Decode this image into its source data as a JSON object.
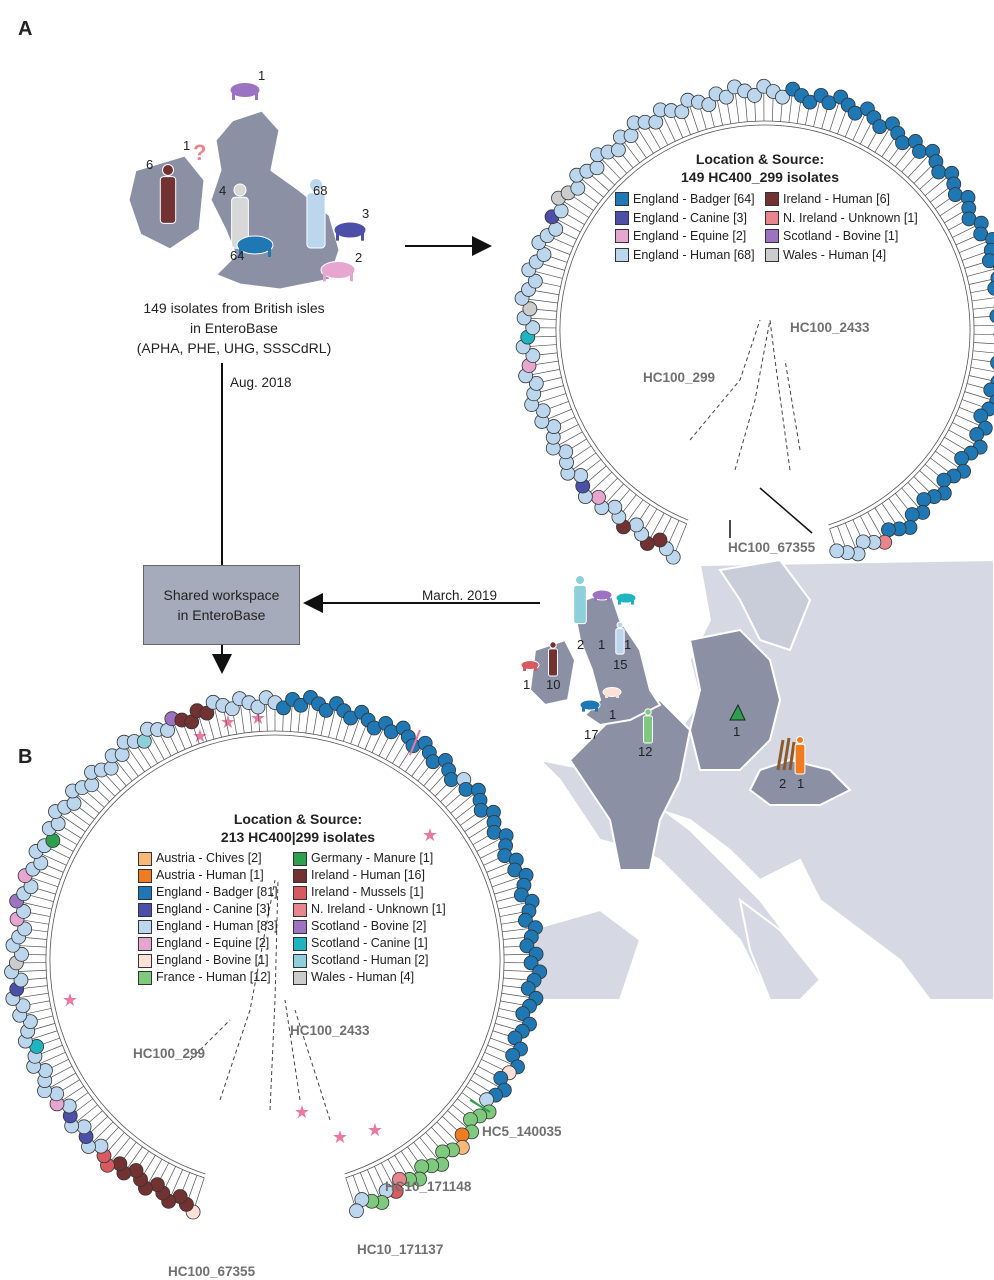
{
  "panels": {
    "a": "A",
    "b": "B"
  },
  "panel_a": {
    "box_lines": [
      "149 isolates from British isles",
      "in EnteroBase",
      "(APHA, PHE, UHG, SSSCdRL)"
    ],
    "counts": {
      "scotland_bovine": "1",
      "unknown": "1",
      "ireland_human": "6",
      "wales_human": "4",
      "england_human": "68",
      "england_canine": "3",
      "england_badger": "64",
      "england_equine": "2"
    },
    "unknown_symbol": "?",
    "legend": {
      "title1": "Location & Source:",
      "title2": "149 HC400_299 isolates",
      "items": [
        {
          "label": "England - Badger [64]",
          "color": "#1f78b4"
        },
        {
          "label": "England - Canine [3]",
          "color": "#4b4fa8"
        },
        {
          "label": "England - Equine [2]",
          "color": "#e7a6d0"
        },
        {
          "label": "England - Human [68]",
          "color": "#bcd6ee"
        },
        {
          "label": "Ireland - Human [6]",
          "color": "#733232"
        },
        {
          "label": "N. Ireland - Unknown [1]",
          "color": "#e8868e"
        },
        {
          "label": "Scotland - Bovine [1]",
          "color": "#9c73c1"
        },
        {
          "label": "Wales - Human [4]",
          "color": "#cccccc"
        }
      ]
    },
    "tree_labels": {
      "hc2433": "HC100_2433",
      "hc299": "HC100_299",
      "hc67355": "HC100_67355"
    }
  },
  "flow": {
    "aug": "Aug. 2018",
    "march": "March. 2019",
    "workspace_lines": [
      "Shared workspace",
      "in EnteroBase"
    ]
  },
  "europe_counts": {
    "sc_human": "2",
    "sc_bovine": "1",
    "sc_canine": "1",
    "en_human": "15",
    "ir_mussels": "1",
    "ir_human": "10",
    "en_bovine": "1",
    "en_badger": "17",
    "fr_human": "12",
    "de_manure": "1",
    "at_chives": "2",
    "at_human": "1"
  },
  "panel_b": {
    "legend": {
      "title1": "Location & Source:",
      "title2": "213 HC400|299 isolates",
      "col1": [
        {
          "label": "Austria - Chives [2]",
          "color": "#f7b97a"
        },
        {
          "label": "Austria - Human [1]",
          "color": "#f07c22"
        },
        {
          "label": "England - Badger [81]",
          "color": "#1f78b4"
        },
        {
          "label": "England - Canine [3]",
          "color": "#4b4fa8"
        },
        {
          "label": "England - Human [83]",
          "color": "#bcd6ee"
        },
        {
          "label": "England - Equine [2]",
          "color": "#e7a6d0"
        },
        {
          "label": "England - Bovine [1]",
          "color": "#fde0d6"
        },
        {
          "label": "France - Human [12]",
          "color": "#7fc97f"
        }
      ],
      "col2": [
        {
          "label": "Germany - Manure [1]",
          "color": "#2ca04c"
        },
        {
          "label": "Ireland - Human [16]",
          "color": "#733232"
        },
        {
          "label": "Ireland - Mussels [1]",
          "color": "#d65a5f"
        },
        {
          "label": "N. Ireland - Unknown [1]",
          "color": "#e8868e"
        },
        {
          "label": "Scotland - Bovine [2]",
          "color": "#9c73c1"
        },
        {
          "label": "Scotland - Canine [1]",
          "color": "#1fb5c0"
        },
        {
          "label": "Scotland - Human [2]",
          "color": "#8ecfdc"
        },
        {
          "label": "Wales - Human [4]",
          "color": "#cccccc"
        }
      ]
    },
    "tree_labels": {
      "hc2433": "HC100_2433",
      "hc299": "HC100_299",
      "hc5": "HC5_140035",
      "hc171148": "HC10_171148",
      "hc171137": "HC10_171137",
      "hc67355": "HC100_67355"
    }
  }
}
